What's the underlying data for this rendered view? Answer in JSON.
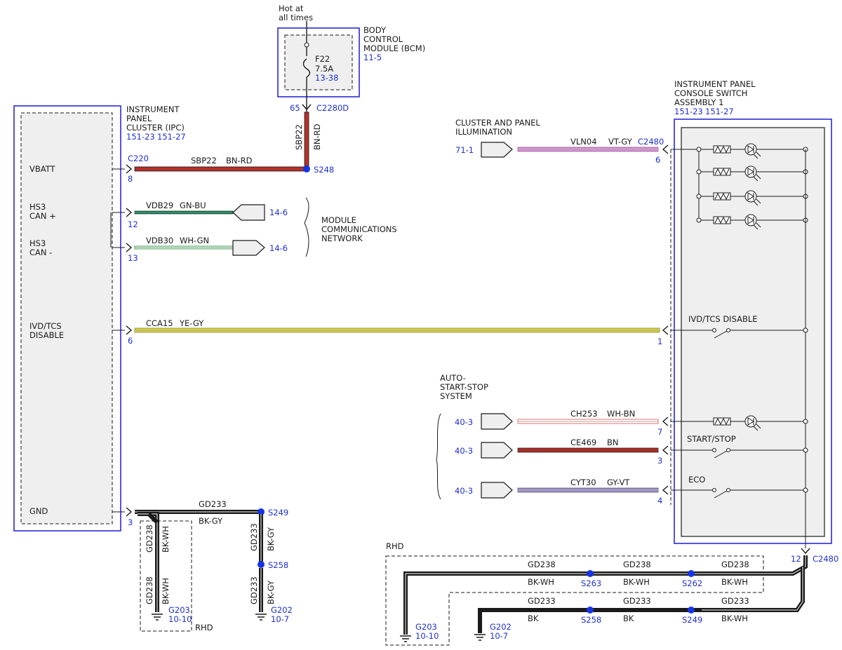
{
  "colors": {
    "red_wire": "#b5302a",
    "green_wire": "#1f7a2e",
    "yellow_wire": "#d8d239",
    "violet_wire": "#d98bd6",
    "pink_wire": "#e07070",
    "greyviolet_wire": "#9c8cc4",
    "ref_blue": "#1f2fd0",
    "splice_blue": "#1534e8"
  },
  "bcm": {
    "hot_label_1": "Hot at",
    "hot_label_2": "all times",
    "title_1": "BODY",
    "title_2": "CONTROL",
    "title_3": "MODULE (BCM)",
    "ref": "11-5",
    "fuse_name": "F22",
    "fuse_rating": "7.5A",
    "fuse_ref": "13-38",
    "pin": "65",
    "connector": "C2280D",
    "wire_circuit": "SBP22",
    "wire_color": "BN-RD"
  },
  "ipc": {
    "title_1": "INSTRUMENT",
    "title_2": "PANEL",
    "title_3": "CLUSTER (IPC)",
    "ref_1": "151-23",
    "ref_2": "151-27",
    "connector": "C220",
    "vbatt": "VBATT",
    "hs3_p1": "HS3",
    "hs3_p2": "CAN +",
    "hs3_m1": "HS3",
    "hs3_m2": "CAN -",
    "ivd_1": "IVD/TCS",
    "ivd_2": "DISABLE",
    "gnd": "GND",
    "pin_vbatt": "8",
    "pin_canp": "12",
    "pin_canm": "13",
    "pin_ivd": "6",
    "pin_gnd": "3"
  },
  "wires": {
    "sbp22": "SBP22",
    "sbp22_color": "BN-RD",
    "s248": "S248",
    "vdb29": "VDB29",
    "vdb29_color": "GN-BU",
    "vdb29_ref": "14-6",
    "vdb30": "VDB30",
    "vdb30_color": "WH-GN",
    "vdb30_ref": "14-6",
    "mcn_1": "MODULE",
    "mcn_2": "COMMUNICATIONS",
    "mcn_3": "NETWORK",
    "cca15": "CCA15",
    "cca15_color": "YE-GY",
    "gd233": "GD233",
    "gd233_color": "BK-GY",
    "s249": "S249",
    "s258": "S258",
    "gd233_v1": "GD233",
    "gd233_v1_color": "BK-GY",
    "gd233_v2": "GD233",
    "gd233_v2_color": "BK-GY",
    "gd238_v1": "GD238",
    "gd238_v1_color": "BK-WH",
    "gd238_v2": "GD238",
    "gd238_v2_color": "BK-WH",
    "g203": "G203",
    "g203_ref": "10-10",
    "g202": "G202",
    "g202_ref": "10-7",
    "rhd": "RHD"
  },
  "illum": {
    "label_1": "CLUSTER AND PANEL",
    "label_2": "ILLUMINATION",
    "ref": "71-1",
    "circuit": "VLN04",
    "color": "VT-GY",
    "connector": "C2480",
    "pin": "6"
  },
  "ipcs": {
    "title_1": "INSTRUMENT PANEL",
    "title_2": "CONSOLE SWITCH",
    "title_3": "ASSEMBLY 1",
    "ref_1": "151-23",
    "ref_2": "151-27",
    "ivd_switch": "IVD/TCS DISABLE",
    "start_stop": "START/STOP",
    "eco": "ECO",
    "pin_ivd": "1",
    "pin_ch": "7",
    "pin_ce": "3",
    "pin_cyt": "4",
    "pin_gnd": "12",
    "connector_gnd": "C2480"
  },
  "auto": {
    "label_1": "AUTO-",
    "label_2": "START-STOP",
    "label_3": "SYSTEM",
    "ref_1": "40-3",
    "ref_2": "40-3",
    "ref_3": "40-3",
    "ch253": "CH253",
    "ch253_color": "WH-BN",
    "ce469": "CE469",
    "ce469_color": "BN",
    "cyt30": "CYT30",
    "cyt30_color": "GY-VT"
  },
  "rhd_bottom": {
    "rhd": "RHD",
    "gd238_a": "GD238",
    "bkwh_a": "BK-WH",
    "gd238_b": "GD238",
    "bkwh_b": "BK-WH",
    "gd238_c": "GD238",
    "bkwh_c": "BK-WH",
    "s263": "S263",
    "s262": "S262",
    "gd233_a": "GD233",
    "bk_a": "BK",
    "gd233_b": "GD233",
    "bk_b": "BK",
    "gd233_c": "GD233",
    "bkwh_d": "BK-WH",
    "s258": "S258",
    "s249": "S249",
    "g203": "G203",
    "g203_ref": "10-10",
    "g202": "G202",
    "g202_ref": "10-7"
  }
}
